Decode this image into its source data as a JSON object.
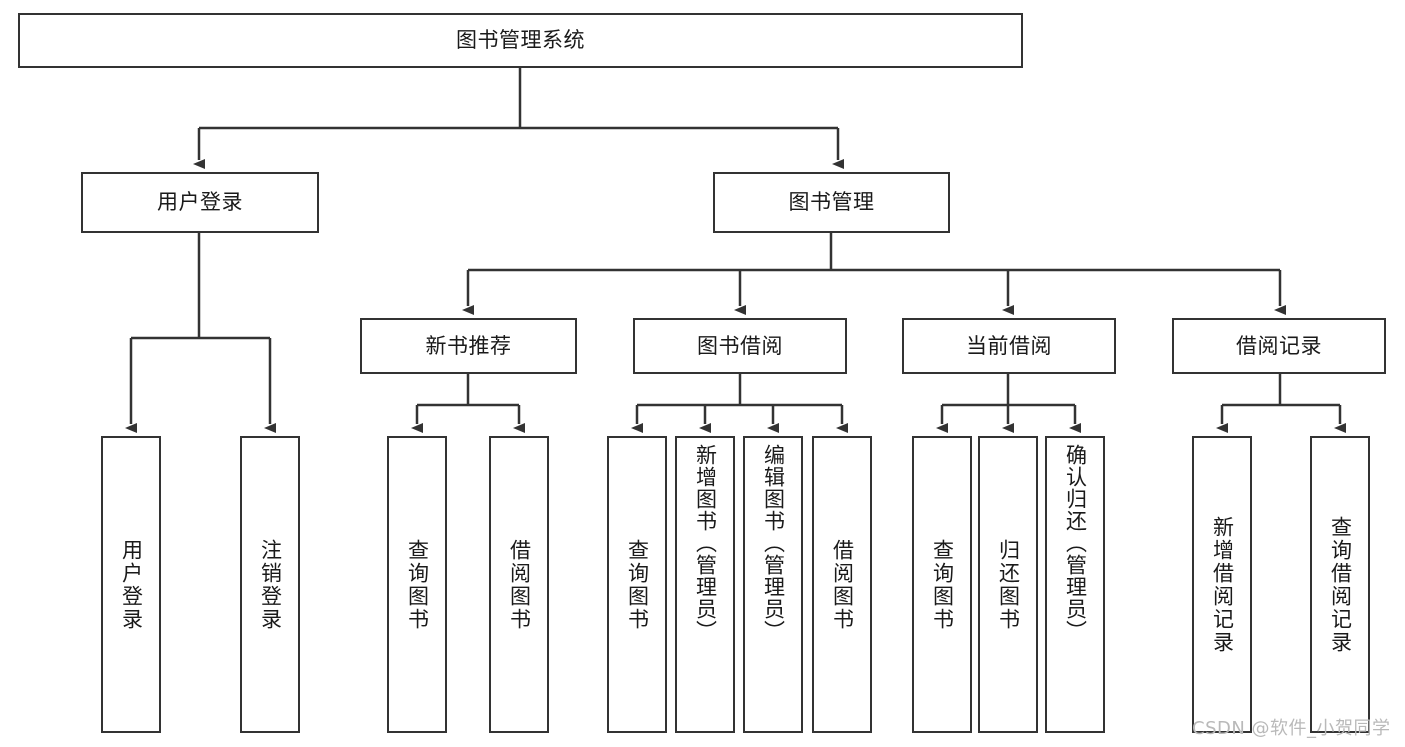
{
  "diagram": {
    "title": "图书管理系统",
    "type": "tree-hierarchy",
    "stroke_color": "#333333",
    "fill_color": "#ffffff",
    "background": "#ffffff",
    "watermark": "CSDN @软件_小贺同学"
  },
  "nodes": {
    "root": {
      "label": "图书管理系统"
    },
    "level2": [
      {
        "label": "用户登录"
      },
      {
        "label": "图书管理"
      }
    ],
    "level3": [
      {
        "label": "新书推荐"
      },
      {
        "label": "图书借阅"
      },
      {
        "label": "当前借阅"
      },
      {
        "label": "借阅记录"
      }
    ],
    "leaves_user_login": [
      {
        "label": "用户登录"
      },
      {
        "label": "注销登录"
      }
    ],
    "leaves_new_book": [
      {
        "label": "查询图书"
      },
      {
        "label": "借阅图书"
      }
    ],
    "leaves_borrow": [
      {
        "label": "查询图书"
      },
      {
        "label": "新增图书（管理员）"
      },
      {
        "label": "编辑图书（管理员）"
      },
      {
        "label": "借阅图书"
      }
    ],
    "leaves_current": [
      {
        "label": "查询图书"
      },
      {
        "label": "归还图书"
      },
      {
        "label": "确认归还（管理员）"
      }
    ],
    "leaves_record": [
      {
        "label": "新增借阅记录"
      },
      {
        "label": "查询借阅记录"
      }
    ]
  }
}
